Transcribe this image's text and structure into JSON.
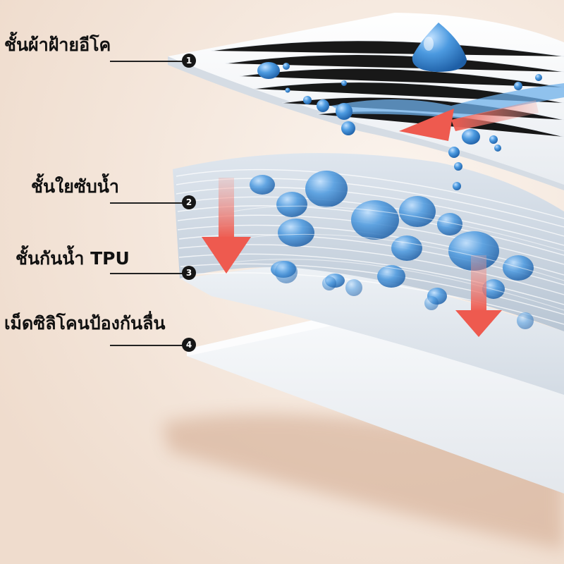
{
  "layers": [
    {
      "number": "1",
      "label": "ชั้นผ้าฝ้ายอีโค"
    },
    {
      "number": "2",
      "label": "ชั้นใยซับน้ำ"
    },
    {
      "number": "3",
      "label": "ชั้นกันน้ำ TPU"
    },
    {
      "number": "4",
      "label": "เม็ดซิลิโคนป้องกันลื่น"
    }
  ],
  "colors": {
    "background": "#f3e6dc",
    "fabric": "#f4f6f8",
    "water": "#3f8ed6",
    "arrow": "#f0645a",
    "badge": "#161616"
  }
}
